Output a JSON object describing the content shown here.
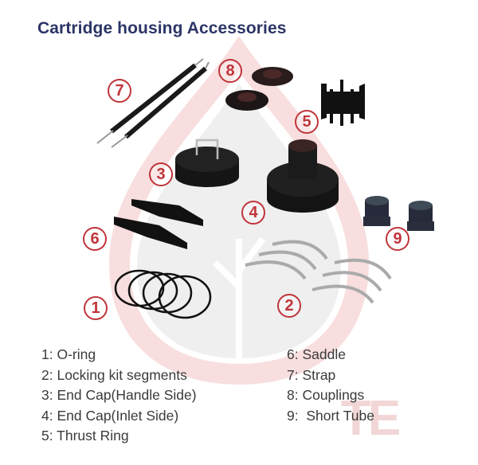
{
  "title": "Cartridge housing Accessories",
  "watermark": "TE",
  "badges": [
    {
      "n": "1",
      "part": "o-ring"
    },
    {
      "n": "2",
      "part": "locking-kit-segments"
    },
    {
      "n": "3",
      "part": "end-cap-handle-side"
    },
    {
      "n": "4",
      "part": "end-cap-inlet-side"
    },
    {
      "n": "5",
      "part": "thrust-ring"
    },
    {
      "n": "6",
      "part": "saddle"
    },
    {
      "n": "7",
      "part": "strap"
    },
    {
      "n": "8",
      "part": "couplings"
    },
    {
      "n": "9",
      "part": "short-tube"
    }
  ],
  "legend_left": [
    "1: O-ring",
    "2: Locking kit segments",
    "3: End Cap(Handle Side)",
    "4: End Cap(Inlet Side)",
    "5: Thrust Ring"
  ],
  "legend_right": [
    "6: Saddle",
    "7: Strap",
    "8: Couplings",
    "9:  Short Tube"
  ],
  "colors": {
    "title": "#2c3566",
    "badge": "#c0353a",
    "drop_outline": "#f6d8d8",
    "leaf": "#ececec"
  }
}
